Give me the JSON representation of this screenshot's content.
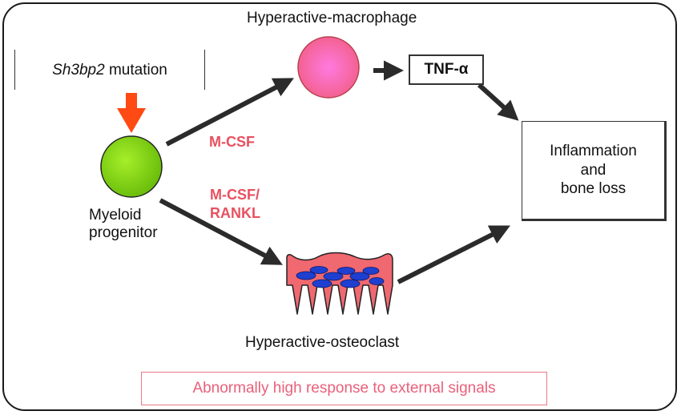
{
  "mutation": {
    "gene": "Sh3bp2",
    "label": "mutation"
  },
  "nodes": {
    "progenitor": "Myeloid\nprogenitor",
    "macrophage": "Hyperactive-macrophage",
    "osteoclast": "Hyperactive-osteoclast",
    "tnf": "TNF-α",
    "outcome_line1": "Inflammation",
    "outcome_line2": "and",
    "outcome_line3": "bone loss"
  },
  "edges": {
    "to_macrophage": "M-CSF",
    "to_osteoclast_line1": "M-CSF/",
    "to_osteoclast_line2": "RANKL"
  },
  "footer": "Abnormally high response to external signals",
  "colors": {
    "progenitor": "#84d313",
    "macrophage": "#f96ab0",
    "osteoclast": "#f06870",
    "nuclei": "#1f3fd0",
    "mutation_arrow": "#ff4a14",
    "edge_label": "#e95060",
    "arrows": "#2b2b2b"
  }
}
